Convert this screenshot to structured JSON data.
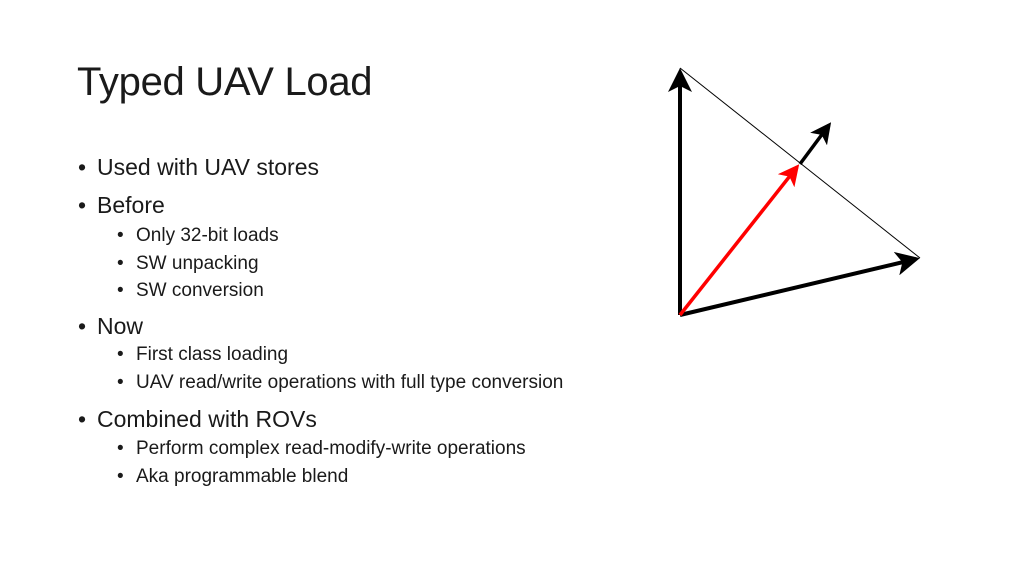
{
  "title": "Typed UAV Load",
  "bullets": [
    {
      "text": "Used with UAV stores",
      "level": 1
    },
    {
      "text": "Before",
      "level": 1
    },
    {
      "text": "Only 32-bit loads",
      "level": 2
    },
    {
      "text": "SW unpacking",
      "level": 2
    },
    {
      "text": "SW conversion",
      "level": 2
    },
    {
      "text": "Now",
      "level": 1
    },
    {
      "text": "First class loading",
      "level": 2
    },
    {
      "text": "UAV read/write operations with full type conversion",
      "level": 2
    },
    {
      "text": "Combined with ROVs",
      "level": 1
    },
    {
      "text": "Perform complex read-modify-write operations",
      "level": 2
    },
    {
      "text": "Aka programmable blend",
      "level": 2
    }
  ],
  "bullet_char": "•",
  "colors": {
    "vector": "#000000",
    "highlight": "#ff0000"
  }
}
